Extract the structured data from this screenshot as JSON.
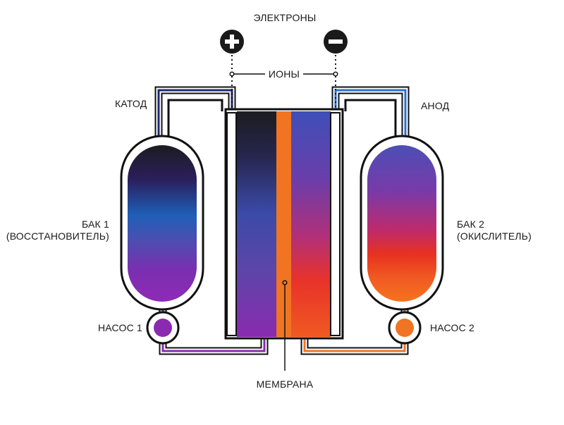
{
  "labels": {
    "electrons": "ЭЛЕКТРОНЫ",
    "ions": "ИОНЫ",
    "cathode": "КАТОД",
    "anode": "АНОД",
    "tank1_line1": "БАК 1",
    "tank1_line2": "(ВОССТАНОВИТЕЛЬ)",
    "tank2_line1": "БАК 2",
    "tank2_line2": "(ОКИСЛИТЕЛЬ)",
    "pump1": "НАСОС 1",
    "pump2": "НАСОС 2",
    "membrane": "МЕМБРАНА"
  },
  "terminals": {
    "positive_symbol": "+",
    "negative_symbol": "−"
  },
  "colors": {
    "outline": "#111111",
    "terminal_fill": "#1a1a1a",
    "tank1_gradient": [
      "#1c1c20",
      "#2a1f5c",
      "#1f5fb8",
      "#4a4fb0",
      "#7a2fb0",
      "#8f2ab6"
    ],
    "tank2_gradient": [
      "#4b4fb5",
      "#7a3aa8",
      "#c02a6a",
      "#e8321f",
      "#f05a22",
      "#f5741f"
    ],
    "cell_left_gradient": [
      "#1c1c20",
      "#26264f",
      "#3b4aa8",
      "#5c46a8",
      "#8a2ab0"
    ],
    "membrane": "#f07421",
    "cell_right_gradient": [
      "#3f4fb8",
      "#6a3eaa",
      "#b0307a",
      "#e8322a",
      "#f05a22"
    ],
    "pipe_cathode_top": "#1d2a6e",
    "pipe_anode_top": "#2a6fd0",
    "pipe_pump1": "#8a2ab0",
    "pipe_pump2": "#f07421",
    "pump1_fill": "#8a2ab0",
    "pump2_fill": "#f07421"
  }
}
